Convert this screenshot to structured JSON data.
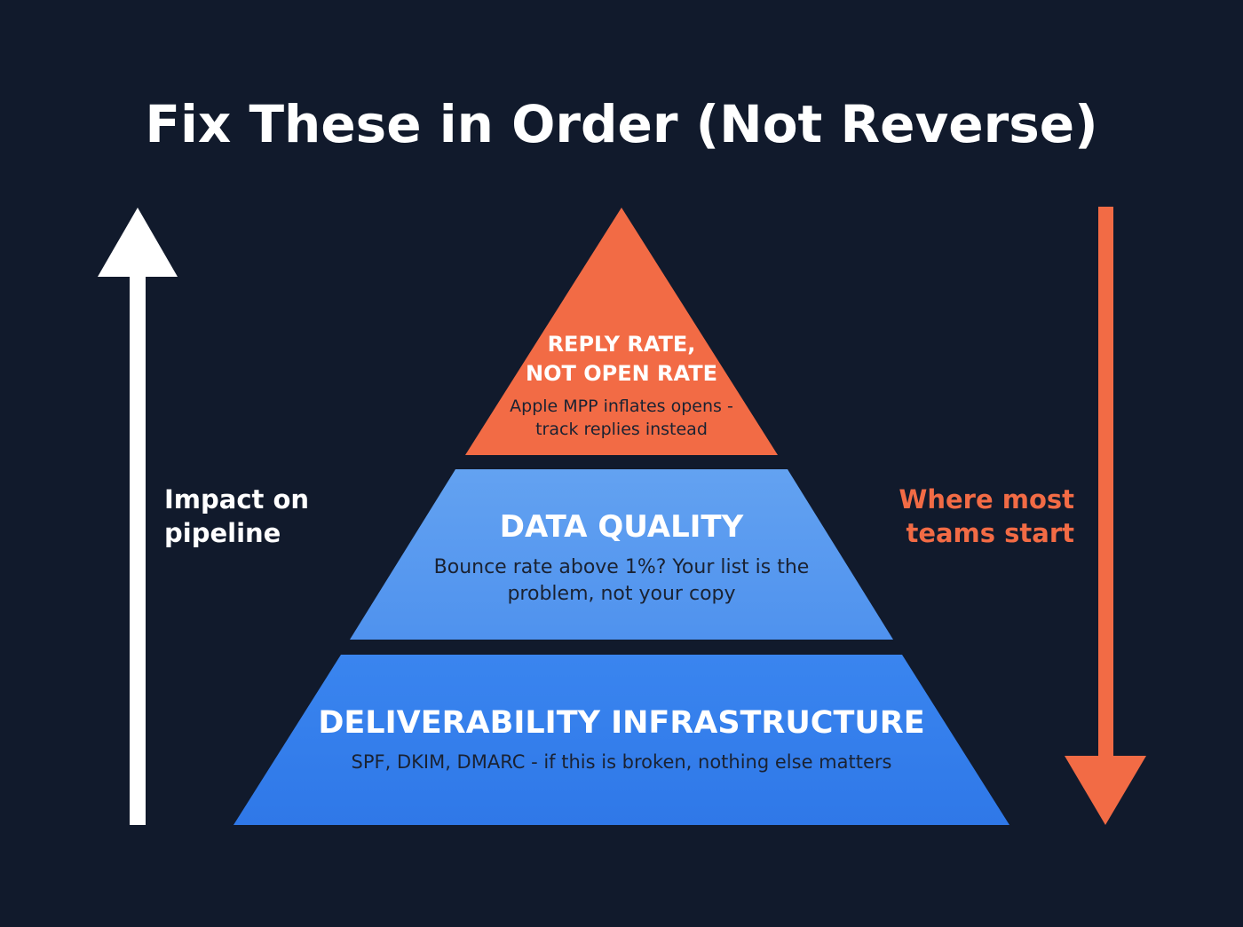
{
  "title": "Fix These in Order (Not Reverse)",
  "left_axis": {
    "lines": [
      "Impact on",
      "pipeline"
    ],
    "arrow_direction": "up",
    "color": "#ffffff"
  },
  "right_axis": {
    "lines": [
      "Where most",
      "teams start"
    ],
    "arrow_direction": "down",
    "color": "#f26b45"
  },
  "pyramid": {
    "tiers": [
      {
        "heading_lines": [
          "REPLY RATE,",
          "NOT OPEN RATE"
        ],
        "description_lines": [
          "Apple MPP inflates opens -",
          "track replies instead"
        ],
        "color": "#f26b45"
      },
      {
        "heading_lines": [
          "DATA QUALITY"
        ],
        "description_lines": [
          "Bounce rate above 1%? Your list is the",
          "problem, not your copy"
        ],
        "color": "#5b9bf0"
      },
      {
        "heading_lines": [
          "DELIVERABILITY INFRASTRUCTURE"
        ],
        "description_lines": [
          "SPF, DKIM, DMARC - if this is broken, nothing else matters"
        ],
        "color": "#3580ee"
      }
    ]
  },
  "colors": {
    "background": "#111a2c",
    "heading_text": "#ffffff",
    "description_text": "#1a2232"
  }
}
